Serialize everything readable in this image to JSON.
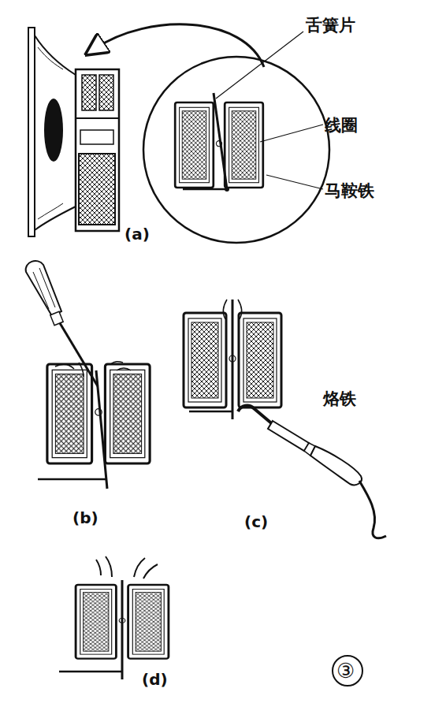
{
  "diagram": {
    "labels": [
      "舌簧片",
      "线圈",
      "马鞍铁",
      "(a)",
      "(b)",
      "烙铁",
      "(c)",
      "(d)",
      "③"
    ]
  }
}
